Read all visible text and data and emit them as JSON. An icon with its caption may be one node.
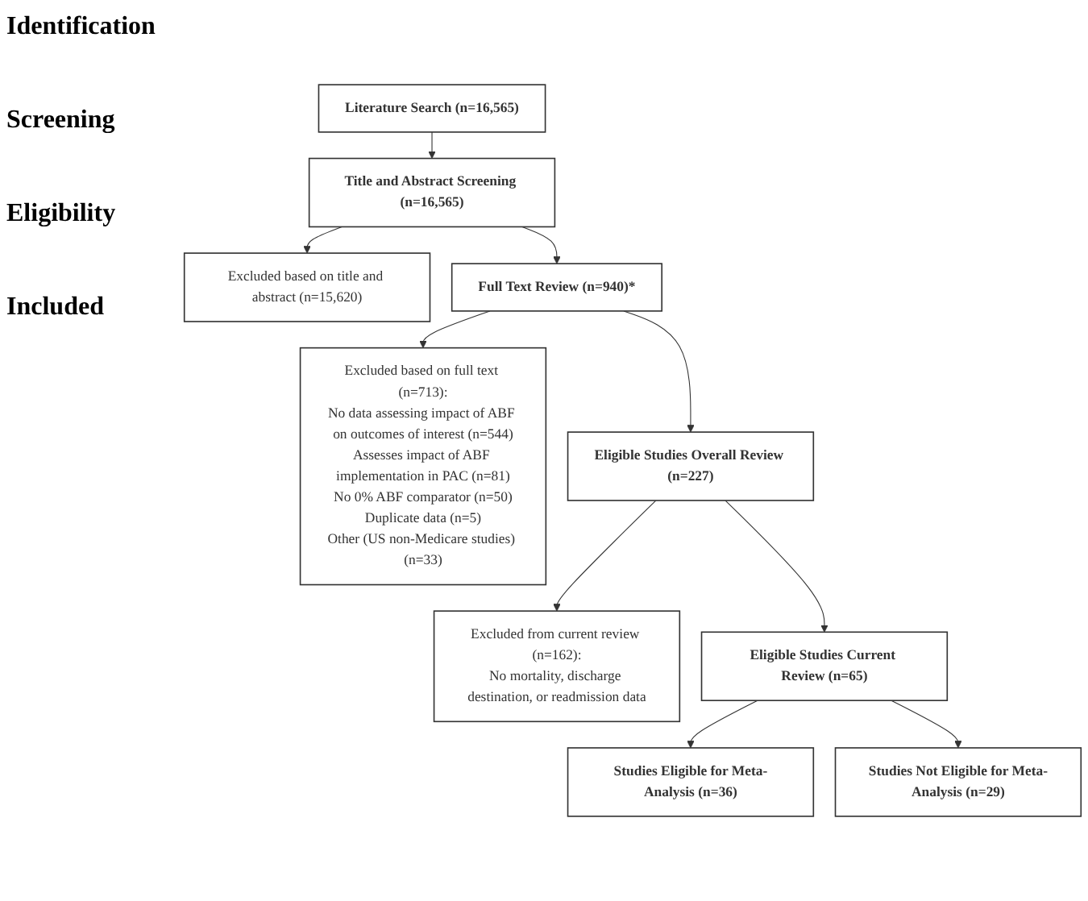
{
  "diagram": {
    "nodes": [
      {
        "text": [
          "Literature Search (n=16,565)"
        ]
      },
      {
        "text": [
          "Title and Abstract Screening (n=16,565)"
        ]
      },
      {
        "text": [
          "Excluded based on title and abstract (n=15,620)"
        ]
      },
      {
        "text": [
          "Full Text Review (n=940)*"
        ]
      },
      {
        "text": [
          "Excluded based on full text (n=713):",
          "No data assessing impact of ABF on outcomes of interest (n=544)",
          "Assesses impact of ABF implementation in PAC (n=81)",
          "No 0% ABF comparator (n=50)",
          "Duplicate data (n=5)",
          "Other (US non-Medicare studies) (n=33)"
        ]
      },
      {
        "text": [
          "Eligible Studies Overall Review (n=227)"
        ]
      },
      {
        "text": [
          "Excluded from current review (n=162):",
          "No mortality, discharge destination, or readmission data"
        ]
      },
      {
        "text": [
          "Eligible Studies Current Review (n=65)"
        ]
      },
      {
        "text": [
          "Studies Eligible for Meta-Analysis (n=36)"
        ]
      },
      {
        "text": [
          "Studies Not Eligible for Meta-Analysis (n=29)"
        ]
      }
    ],
    "edges": [
      {
        "from": 0,
        "to": 1,
        "arrow": "to"
      },
      {
        "from": 1,
        "to": 2,
        "arrow": "to"
      },
      {
        "from": 1,
        "to": 3,
        "arrow": "to"
      },
      {
        "from": 3,
        "to": 4,
        "arrow": "to"
      },
      {
        "from": 3,
        "to": 5,
        "arrow": "to"
      },
      {
        "from": 5,
        "to": 6,
        "arrow": "to"
      },
      {
        "from": 5,
        "to": 7,
        "arrow": "to"
      },
      {
        "from": 7,
        "to": 8,
        "arrow": "to"
      },
      {
        "from": 7,
        "to": 9,
        "arrow": "to"
      }
    ],
    "labels": [
      "Identification",
      "Screening",
      "Eligibility",
      "Included"
    ]
  }
}
